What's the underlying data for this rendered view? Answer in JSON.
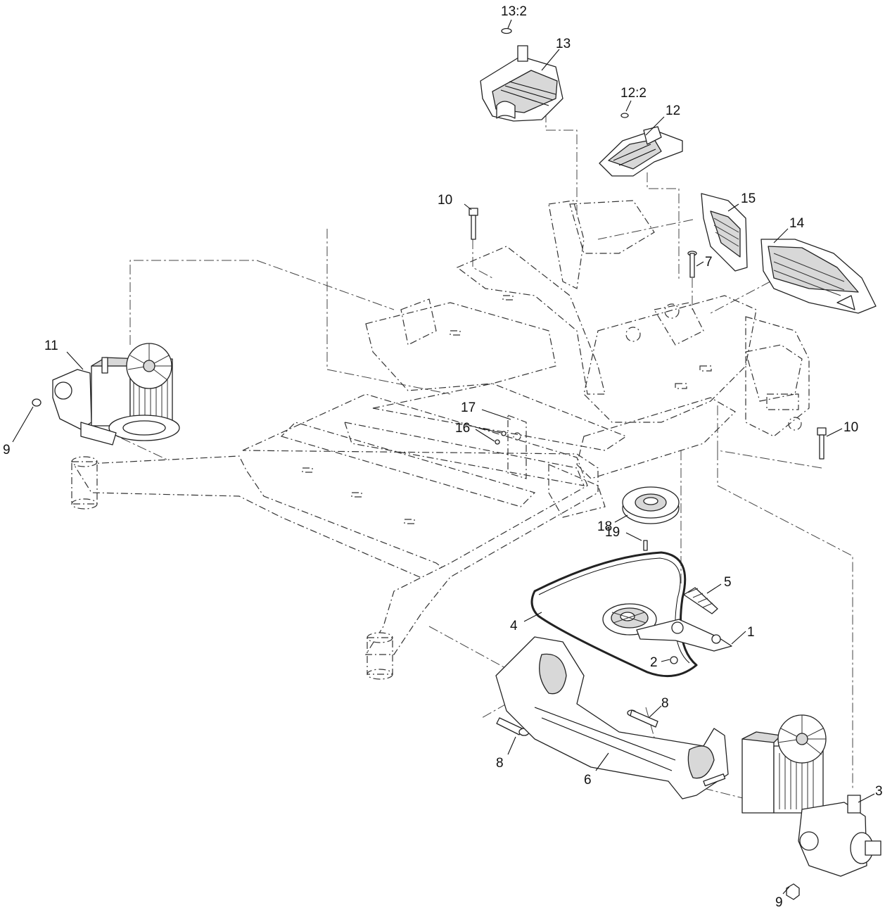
{
  "callouts": {
    "c13_2": "13:2",
    "c13": "13",
    "c12_2": "12:2",
    "c12": "12",
    "c15": "15",
    "c14": "14",
    "c10_top": "10",
    "c7": "7",
    "c11": "11",
    "c9_left": "9",
    "c17": "17",
    "c16": "16",
    "c10_right": "10",
    "c18": "18",
    "c19": "19",
    "c5": "5",
    "c4": "4",
    "c1": "1",
    "c2": "2",
    "c8_mid": "8",
    "c8_left": "8",
    "c6": "6",
    "c3": "3",
    "c9_bottom": "9"
  }
}
